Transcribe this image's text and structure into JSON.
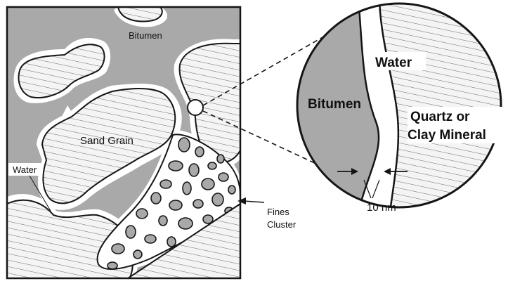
{
  "labels": {
    "bitumen_main": "Bitumen",
    "sand_grain": "Sand Grain",
    "water_main": "Water",
    "fines_cluster_line1": "Fines",
    "fines_cluster_line2": "Cluster",
    "bitumen_zoom": "Bitumen",
    "water_zoom": "Water",
    "mineral_line1": "Quartz or",
    "mineral_line2": "Clay Mineral",
    "scale": "10 nm"
  },
  "colors": {
    "bitumen_fill": "#a9a9a9",
    "grain_fill": "#f4f4f4",
    "hatch": "#6a6a6a",
    "outline": "#151515"
  }
}
